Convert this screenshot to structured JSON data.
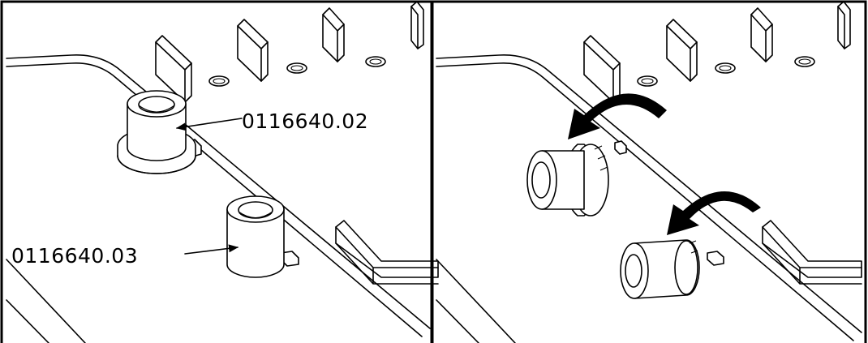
{
  "diagram": {
    "panels": [
      {
        "id": "left",
        "labels": [
          "0116640.02",
          "0116640.03"
        ]
      },
      {
        "id": "right",
        "labels": []
      }
    ]
  },
  "colors": {
    "line": "#000000",
    "background": "#ffffff"
  }
}
